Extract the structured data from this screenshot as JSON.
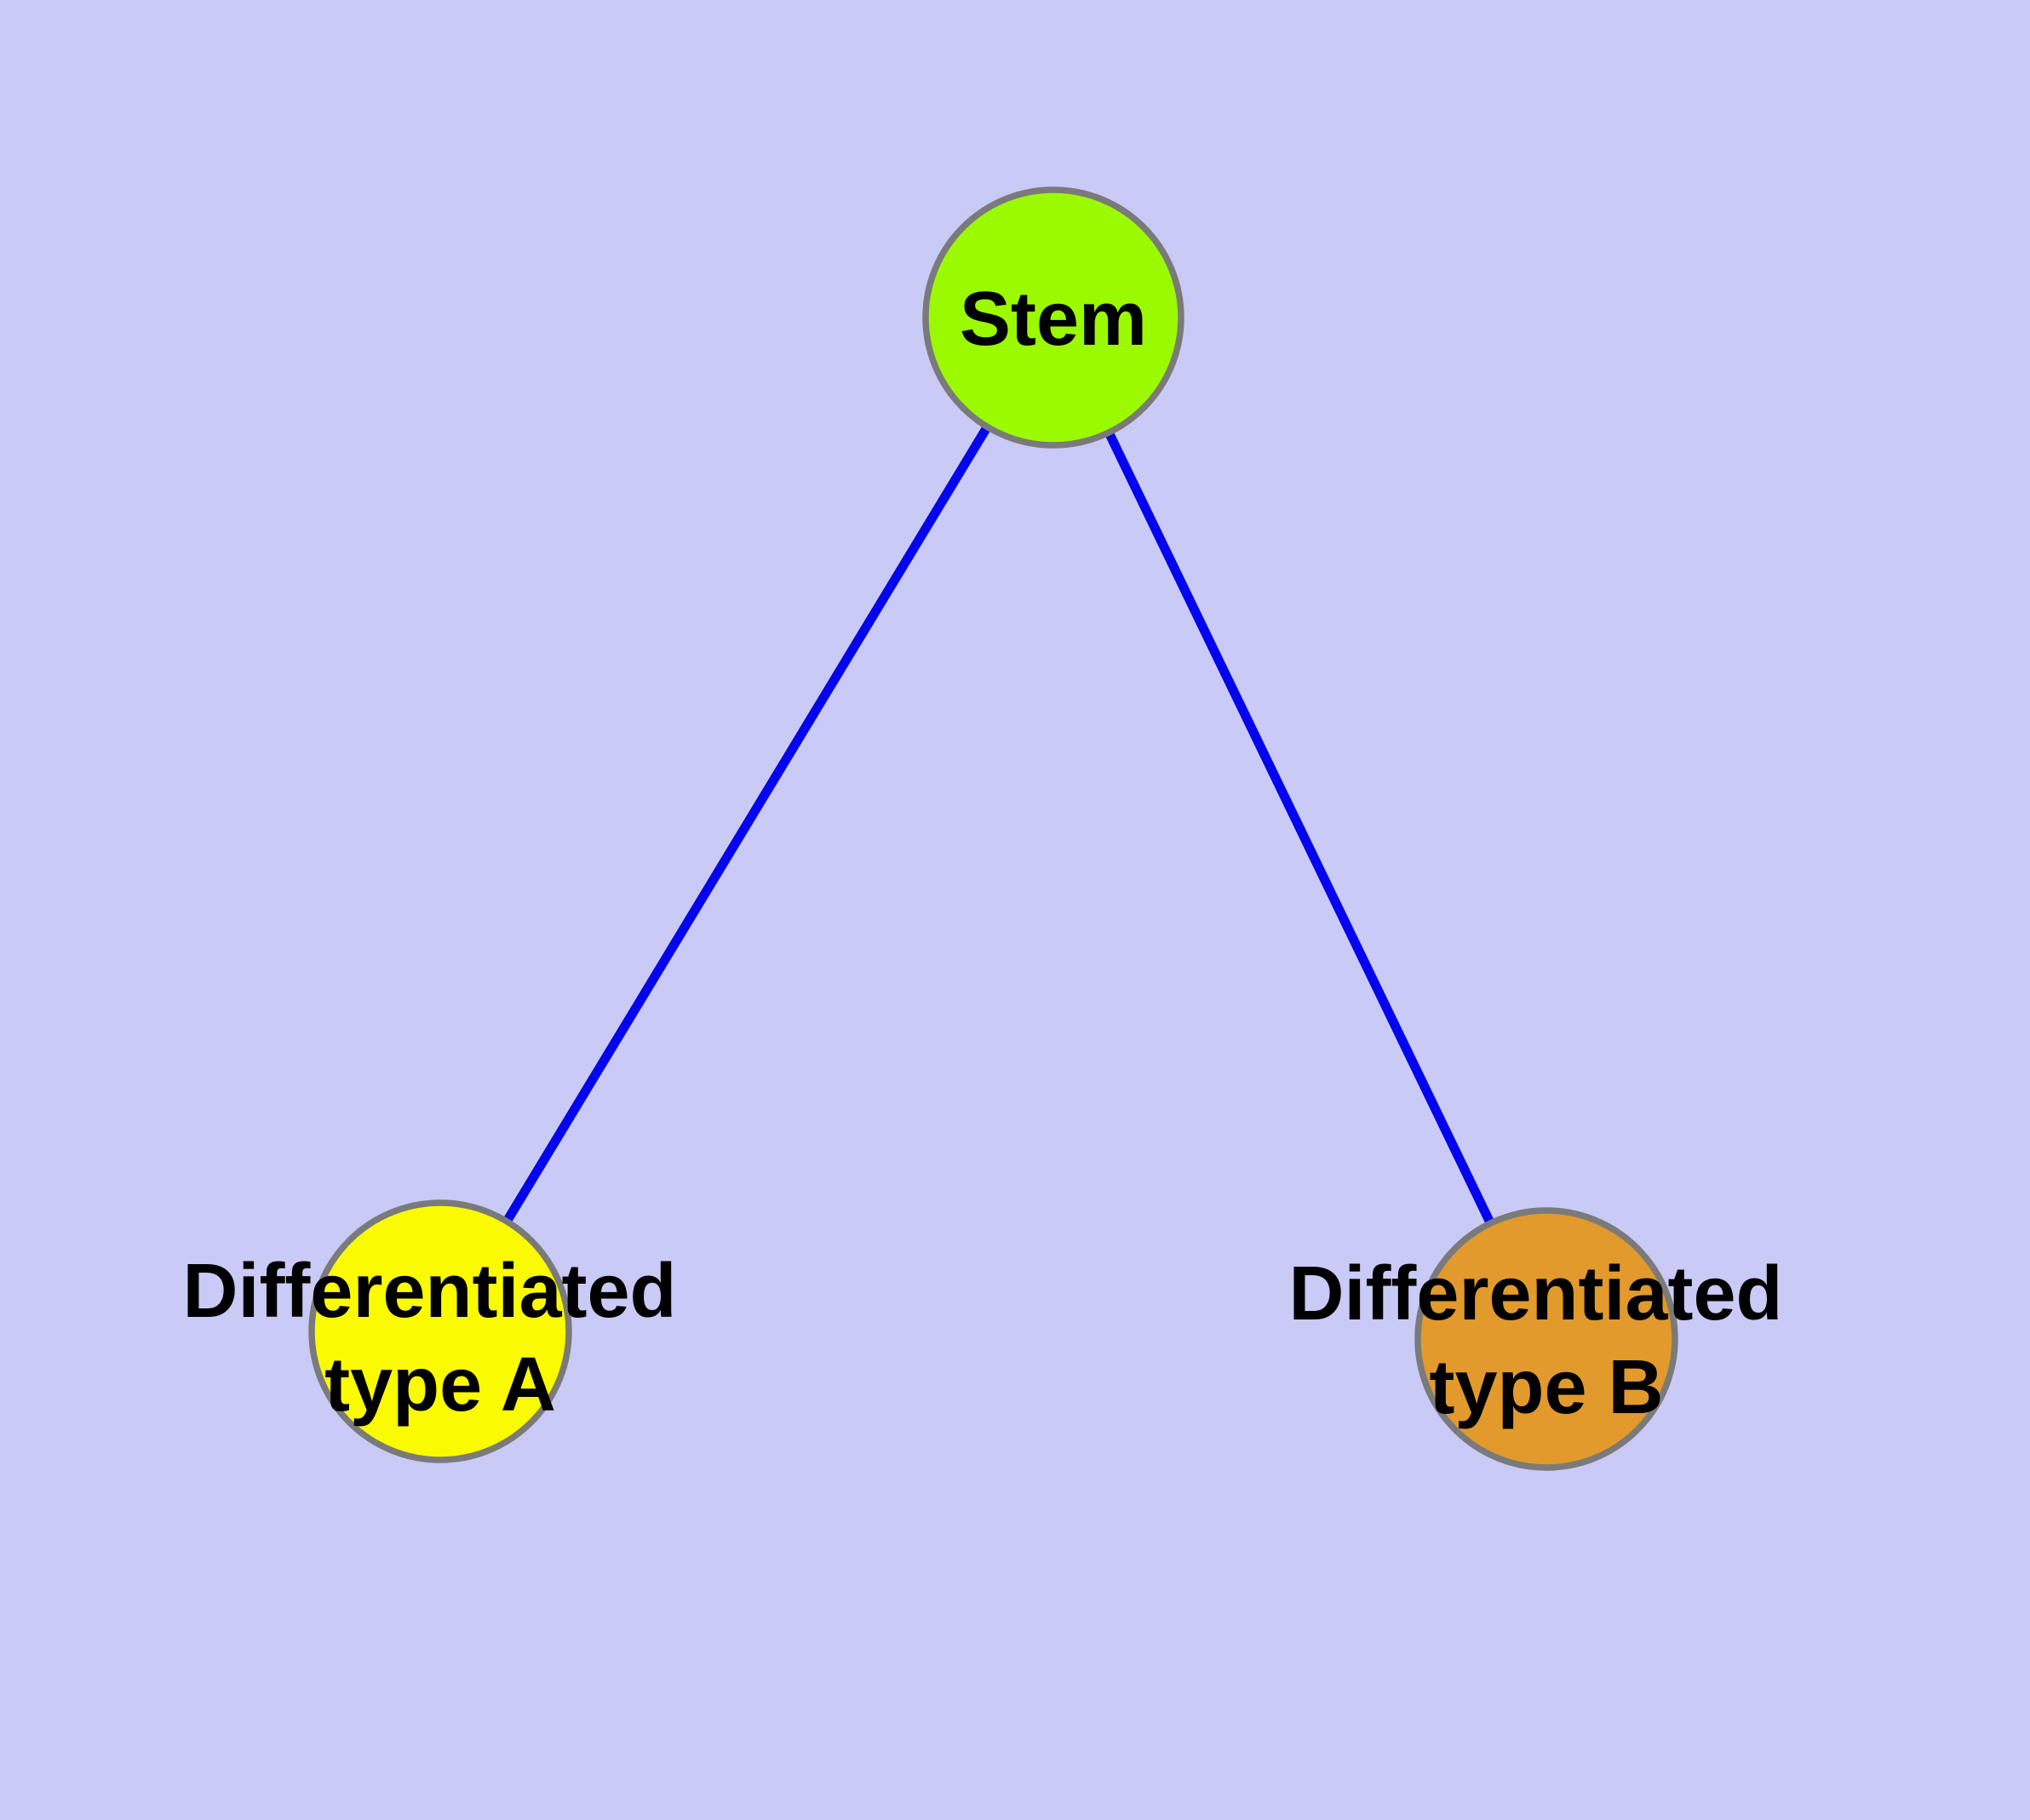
{
  "diagram": {
    "title": "",
    "background_color": "#CACAF6",
    "edge_color": "#0404EE",
    "node_border_color": "#7A7A7A",
    "label_color": "#000000",
    "nodes": [
      {
        "id": "stem",
        "label": "Stem",
        "label_lines": [
          "Stem"
        ],
        "fill": "#9BFA00"
      },
      {
        "id": "differentiated-type-a",
        "label": "Differentiated type A",
        "label_lines": [
          "Differentiated",
          "type A"
        ],
        "fill": "#FBFB00"
      },
      {
        "id": "differentiated-type-b",
        "label": "Differentiated type B",
        "label_lines": [
          "Differentiated",
          "type B"
        ],
        "fill": "#E19A2B"
      }
    ],
    "edges": [
      {
        "from": "Stem",
        "to": "Differentiated type A"
      },
      {
        "from": "Stem",
        "to": "Differentiated type B"
      }
    ]
  }
}
